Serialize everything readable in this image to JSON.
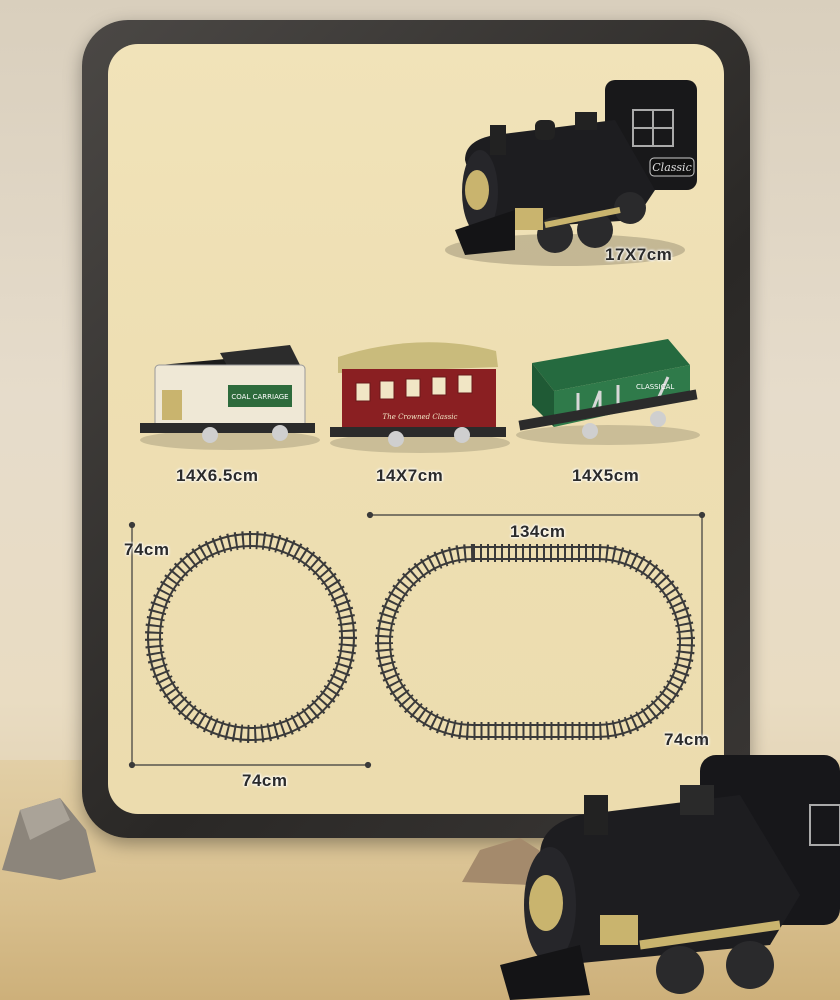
{
  "dimensions": {
    "locomotive": "17X7cm",
    "coal_carriage": "14X6.5cm",
    "passenger_car": "14X7cm",
    "freight_car": "14X5cm",
    "circle_width": "74cm",
    "circle_height": "74cm",
    "oval_width": "134cm",
    "oval_height": "74cm"
  },
  "car_markings": {
    "coal_carriage": "COAL CARRIAGE",
    "passenger_car": "The Crowned Classic",
    "freight_car": "CLASSICAL",
    "locomotive_badge": "Classic"
  },
  "colors": {
    "frame": "#2f2d2b",
    "panel": "#eedfb3",
    "locomotive": "#1a1a1c",
    "brass": "#c9b46e",
    "passenger_body": "#8a1f22",
    "freight_body": "#2f7a4a"
  }
}
